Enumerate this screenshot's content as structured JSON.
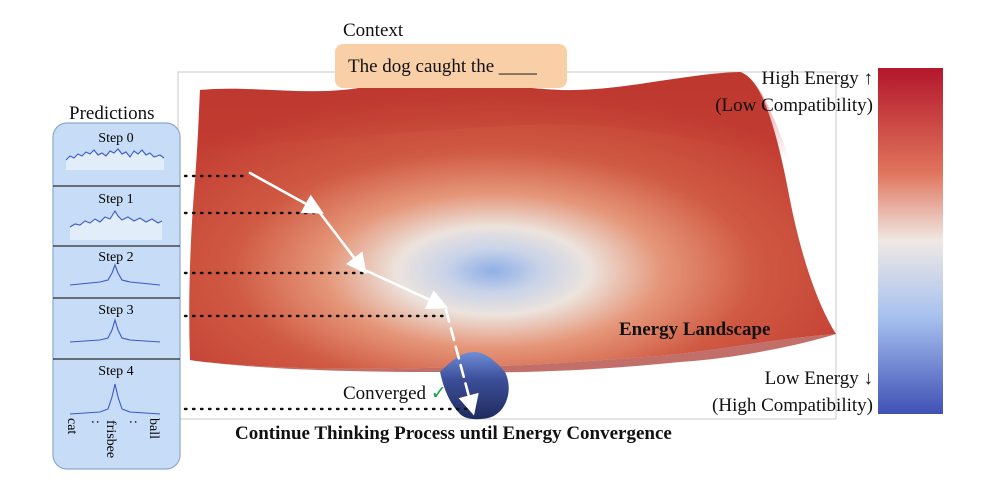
{
  "context": {
    "title": "Context",
    "sentence": "The dog caught the ____"
  },
  "predictions": {
    "title": "Predictions",
    "steps": [
      {
        "label": "Step 0"
      },
      {
        "label": "Step 1"
      },
      {
        "label": "Step 2"
      },
      {
        "label": "Step 3"
      },
      {
        "label": "Step 4"
      }
    ],
    "token_labels": [
      "cat",
      ":",
      "frisbee",
      ":",
      "ball"
    ]
  },
  "landscape": {
    "label": "Energy Landscape",
    "converged_label": "Converged",
    "converged_mark": "✓"
  },
  "legend": {
    "high_line1": "High Energy ↑",
    "high_line2": "(Low Compatibility)",
    "low_line1": "Low Energy ↓",
    "low_line2": "(High Compatibility)",
    "colors": {
      "high": "#b3172b",
      "mid": "#efe9e4",
      "low": "#3f51b5"
    }
  },
  "caption": "Continue Thinking Process until Energy Convergence",
  "colors": {
    "context_box": "#f9cfa7",
    "prediction_panel": "#c7dcf7",
    "prediction_curve": "#3c59c6",
    "check": "#19a34b",
    "path": "#ffffff"
  }
}
